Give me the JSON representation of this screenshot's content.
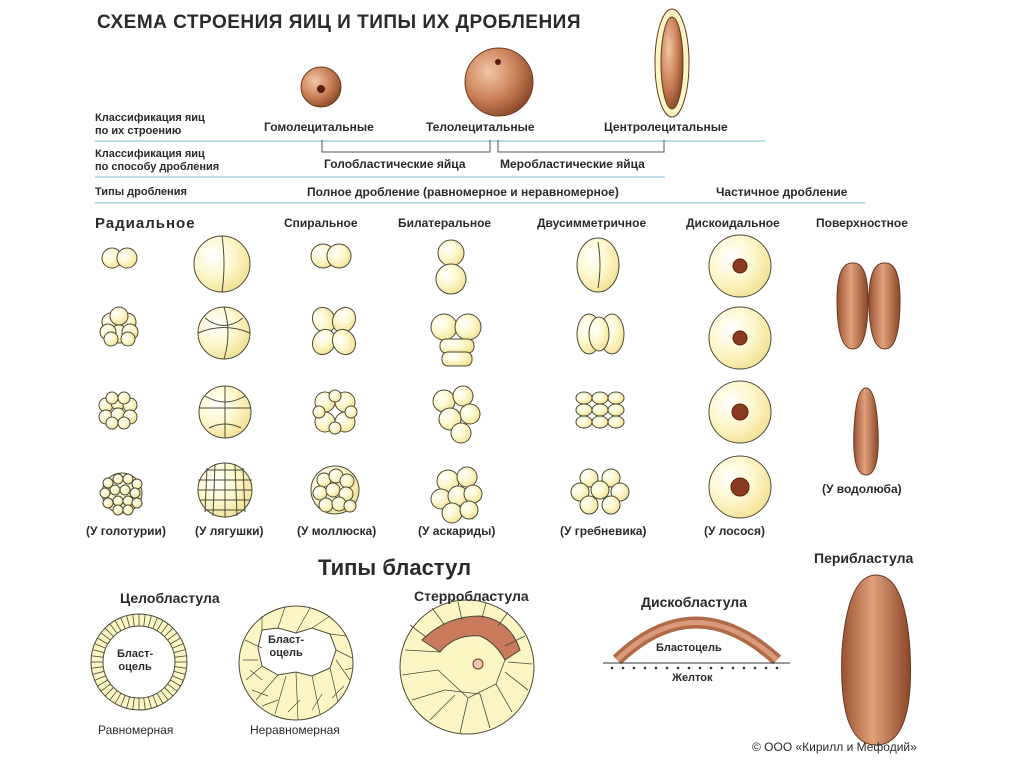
{
  "title": "СХЕМА СТРОЕНИЯ ЯИЦ И ТИПЫ ИХ ДРОБЛЕНИЯ",
  "rows": {
    "structure": "Классификация яиц\nпо их строению",
    "cleavage_method": "Классификация яиц\nпо способу дробления",
    "cleavage_types": "Типы дробления"
  },
  "egg_types": {
    "homolecithal": "Гомолецитальные",
    "telolecithal": "Телолецитальные",
    "centrolecithal": "Центролецитальные"
  },
  "egg_methods": {
    "holoblastic": "Голобластические яйца",
    "meroblastic": "Меробластические яйца"
  },
  "division": {
    "full": "Полное дробление (равномерное и неравномерное)",
    "partial": "Частичное дробление"
  },
  "columns": {
    "radial": "Радиальное",
    "spiral": "Спиральное",
    "bilateral": "Билатеральное",
    "bisymmetric": "Двусимметричное",
    "discoidal": "Дискоидальное",
    "superficial": "Поверхностное"
  },
  "examples": {
    "holothuria": "(У голотурии)",
    "frog": "(У лягушки)",
    "mollusk": "(У моллюска)",
    "ascaris": "(У аскариды)",
    "ctenophore": "(У гребневика)",
    "salmon": "(У лосося)",
    "water_beetle": "(У водолюба)"
  },
  "blastula": {
    "heading": "Типы бластул",
    "coeloblastula": "Целобластула",
    "sterroblastula": "Стерробластула",
    "discoblastula": "Дискобластула",
    "periblastula": "Перибластула",
    "blastocoel_1": "Бласт-\nоцель",
    "blastocoel_2": "Бласт-\nоцель",
    "blastocoel_3": "Бластоцель",
    "yolk": "Желток",
    "uniform": "Равномерная",
    "nonuniform": "Неравномерная"
  },
  "copyright": "© ООО «Кирилл и Мефодий»",
  "colors": {
    "cell_fill": "#fcf6c4",
    "cell_stroke": "#4a4a3a",
    "yolk_brown": "#c07a55",
    "nucleus": "#7a2e18",
    "line_blue": "#bcdde8"
  }
}
